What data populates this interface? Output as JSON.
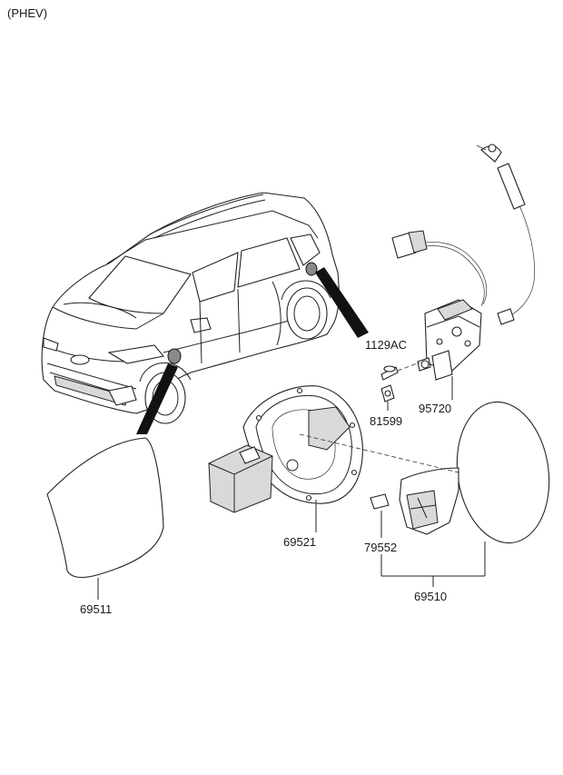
{
  "variant_label": "(PHEV)",
  "parts": [
    {
      "id": "1129AC"
    },
    {
      "id": "81599"
    },
    {
      "id": "95720"
    },
    {
      "id": "69521"
    },
    {
      "id": "79552"
    },
    {
      "id": "69510"
    },
    {
      "id": "69511"
    }
  ]
}
